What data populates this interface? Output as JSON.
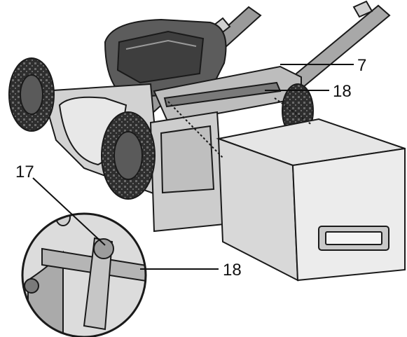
{
  "figure": {
    "callouts": [
      {
        "id": "label-7",
        "text": "7"
      },
      {
        "id": "label-18-top",
        "text": "18"
      },
      {
        "id": "label-17",
        "text": "17"
      },
      {
        "id": "label-18-detail",
        "text": "18"
      }
    ]
  },
  "colors": {
    "line": "#1a1a1a",
    "light_fill": "#e4e4e4",
    "mid_fill": "#c9c9c9",
    "dark_fill": "#8a8a8a",
    "tire": "#3a3a3a"
  }
}
